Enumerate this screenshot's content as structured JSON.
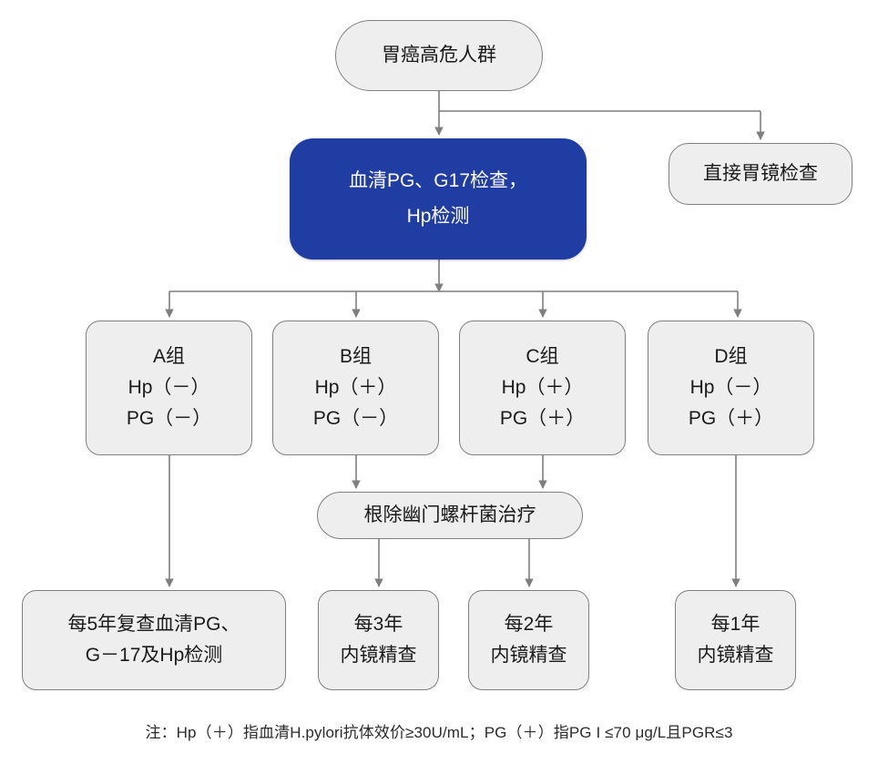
{
  "diagram": {
    "title_node": {
      "lines": [
        "胃癌高危人群"
      ]
    },
    "primary_node": {
      "lines": [
        "血清PG、G17检查，",
        "Hp检测"
      ],
      "fill": "#1f3da3",
      "text_color": "#ffffff"
    },
    "direct_node": {
      "lines": [
        "直接胃镜检查"
      ]
    },
    "groups": [
      {
        "id": "A",
        "lines": [
          "A组",
          "Hp（－）",
          "PG（－）"
        ]
      },
      {
        "id": "B",
        "lines": [
          "B组",
          "Hp（＋）",
          "PG（－）"
        ]
      },
      {
        "id": "C",
        "lines": [
          "C组",
          "Hp（＋）",
          "PG（＋）"
        ]
      },
      {
        "id": "D",
        "lines": [
          "D组",
          "Hp（－）",
          "PG（＋）"
        ]
      }
    ],
    "eradicate_node": {
      "lines": [
        "根除幽门螺杆菌治疗"
      ]
    },
    "followups": [
      {
        "id": "A",
        "lines": [
          "每5年复查血清PG、",
          "G－17及Hp检测"
        ]
      },
      {
        "id": "B",
        "lines": [
          "每3年",
          "内镜精查"
        ]
      },
      {
        "id": "C",
        "lines": [
          "每2年",
          "内镜精查"
        ]
      },
      {
        "id": "D",
        "lines": [
          "每1年",
          "内镜精查"
        ]
      }
    ],
    "footnote": "注：Hp（＋）指血清H.pylori抗体效价≥30U/mL；PG（＋）指PG I ≤70 μg/L且PGR≤3",
    "colors": {
      "node_fill": "#eeeeee",
      "node_border": "#7f7f7f",
      "connector": "#7f7f7f",
      "accent": "#1f3da3",
      "text": "#1a1a1a"
    }
  }
}
